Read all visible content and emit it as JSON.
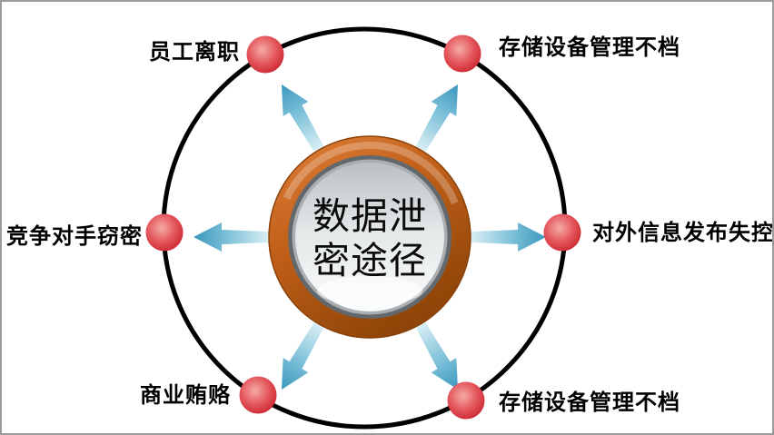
{
  "diagram": {
    "center": {
      "line1": "数据泄",
      "line2": "密途径"
    },
    "nodes": [
      {
        "id": "top-left",
        "label": "员工离职"
      },
      {
        "id": "top-right",
        "label": "存储设备管理不档"
      },
      {
        "id": "left",
        "label": "竞争对手窃密"
      },
      {
        "id": "right",
        "label": "对外信息发布失控"
      },
      {
        "id": "bottom-left",
        "label": "商业贿赂"
      },
      {
        "id": "bottom-right",
        "label": "存储设备管理不档"
      }
    ],
    "colors": {
      "orbit": "#000000",
      "frame_border": "#9c9c9c",
      "ring_light": "#E0813C",
      "ring_mid": "#C2601A",
      "ring_dark": "#8F4507",
      "ring_edge": "#8A420A",
      "gray_ring_dark": "#63686C",
      "gray_ring_light": "#A9AEB2",
      "inner_top": "#B9C0C4",
      "inner_mid": "#E3E7E8",
      "inner_bottom": "#FBFCFC",
      "arrow_light": "#D8EEF4",
      "arrow_mid": "#7CC0D8",
      "arrow_dark": "#3B97BE",
      "ball_light": "#F5ABA6",
      "ball_mid": "#E4575C",
      "ball_dark": "#C9252F",
      "label_text": "#000000"
    }
  }
}
